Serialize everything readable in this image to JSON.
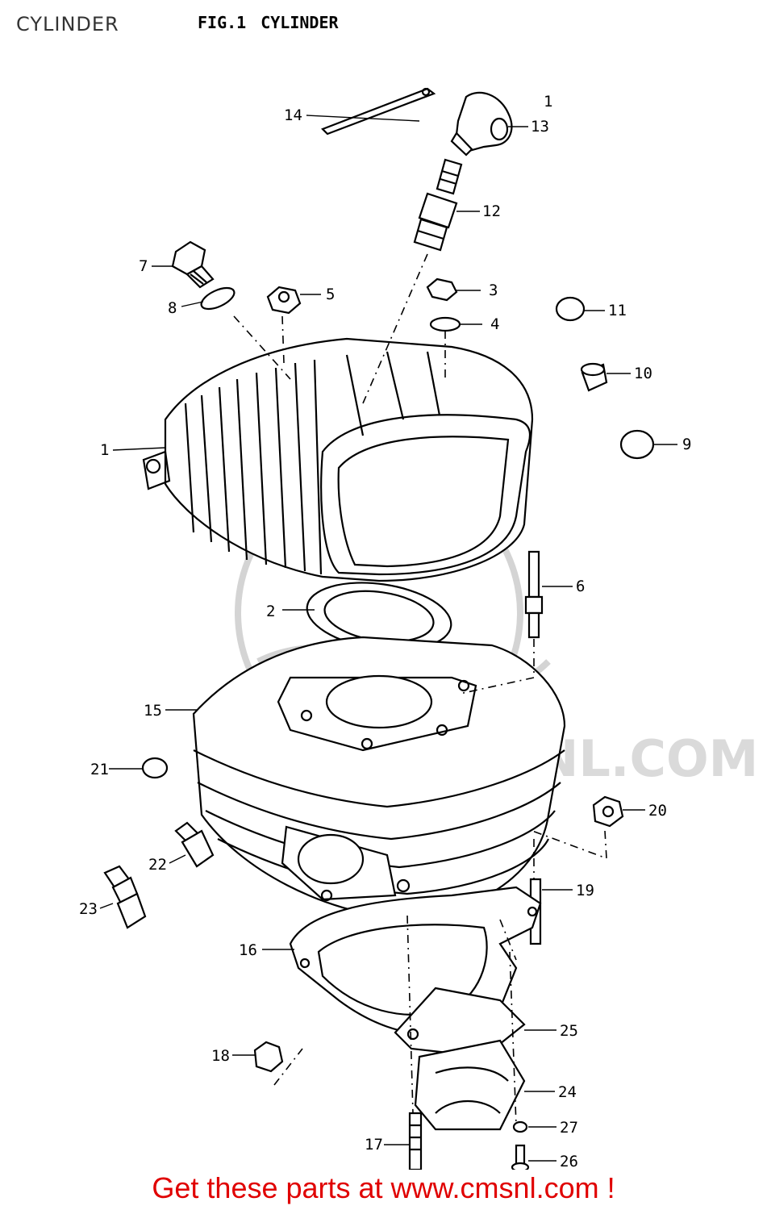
{
  "header": {
    "section_title": "CYLINDER",
    "fig_label": "FIG.1",
    "fig_title": "CYLINDER"
  },
  "watermark": {
    "text": "WWW.CMSNL.COM"
  },
  "callouts": [
    {
      "number": "1"
    },
    {
      "number": "1"
    },
    {
      "number": "2"
    },
    {
      "number": "3"
    },
    {
      "number": "4"
    },
    {
      "number": "5"
    },
    {
      "number": "6"
    },
    {
      "number": "7"
    },
    {
      "number": "8"
    },
    {
      "number": "9"
    },
    {
      "number": "10"
    },
    {
      "number": "11"
    },
    {
      "number": "12"
    },
    {
      "number": "13"
    },
    {
      "number": "14"
    },
    {
      "number": "15"
    },
    {
      "number": "16"
    },
    {
      "number": "17"
    },
    {
      "number": "18"
    },
    {
      "number": "19"
    },
    {
      "number": "20"
    },
    {
      "number": "21"
    },
    {
      "number": "22"
    },
    {
      "number": "23"
    },
    {
      "number": "24"
    },
    {
      "number": "25"
    },
    {
      "number": "26"
    },
    {
      "number": "27"
    }
  ],
  "footer": {
    "link_text": "Get these parts at www.cmsnl.com !"
  },
  "colors": {
    "footer_text": "#e00000",
    "line_art": "#000000",
    "watermark": "#d4d4d4"
  }
}
